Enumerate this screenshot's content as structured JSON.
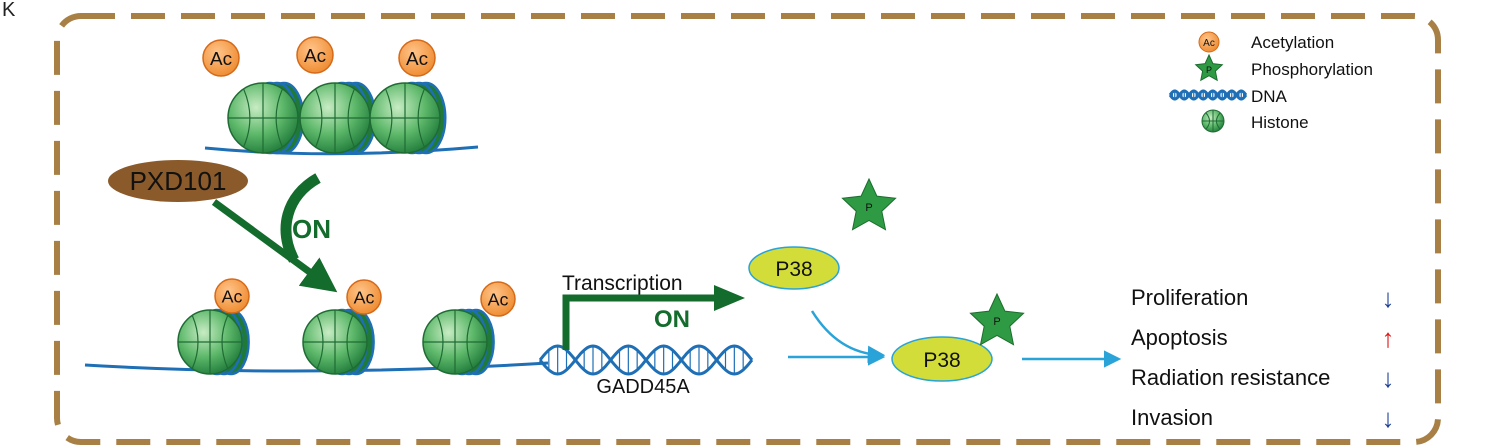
{
  "panel_label": "K",
  "legend": {
    "acetylation_icon_label": "Ac",
    "acetylation": "Acetylation",
    "phosphorylation_icon_label": "P",
    "phosphorylation": "Phosphorylation",
    "dna": "DNA",
    "histone": "Histone"
  },
  "top_acetyl_labels": [
    "Ac",
    "Ac",
    "Ac"
  ],
  "bottom_acetyl_labels": [
    "Ac",
    "Ac",
    "Ac"
  ],
  "drug": "PXD101",
  "drug_effect": "ON",
  "transcription": "Transcription",
  "transcription_state": "ON",
  "gene": "GADD45A",
  "p38_label": "P38",
  "p38_phospho_label": "P38",
  "phospho_label": "P",
  "outcomes": [
    {
      "label": "Proliferation",
      "direction": "down",
      "arrow": "↓"
    },
    {
      "label": "Apoptosis",
      "direction": "up",
      "arrow": "↑"
    },
    {
      "label": "Radiation resistance",
      "direction": "down",
      "arrow": "↓"
    },
    {
      "label": "Invasion",
      "direction": "down",
      "arrow": "↓"
    }
  ],
  "colors": {
    "border": "#a88045",
    "dna": "#1e6fb5",
    "histone_green": "#4fa860",
    "histone_dark": "#1f6b34",
    "acetyl_orange": "#f0943a",
    "drug_brown": "#8a5a2b",
    "arrow_green": "#136b2c",
    "p38_fill": "#d3dd3a",
    "arrow_blue": "#29a3d8",
    "star_green": "#2f9a44",
    "down_arrow": "#1f3f9a",
    "up_arrow": "#e01515"
  }
}
